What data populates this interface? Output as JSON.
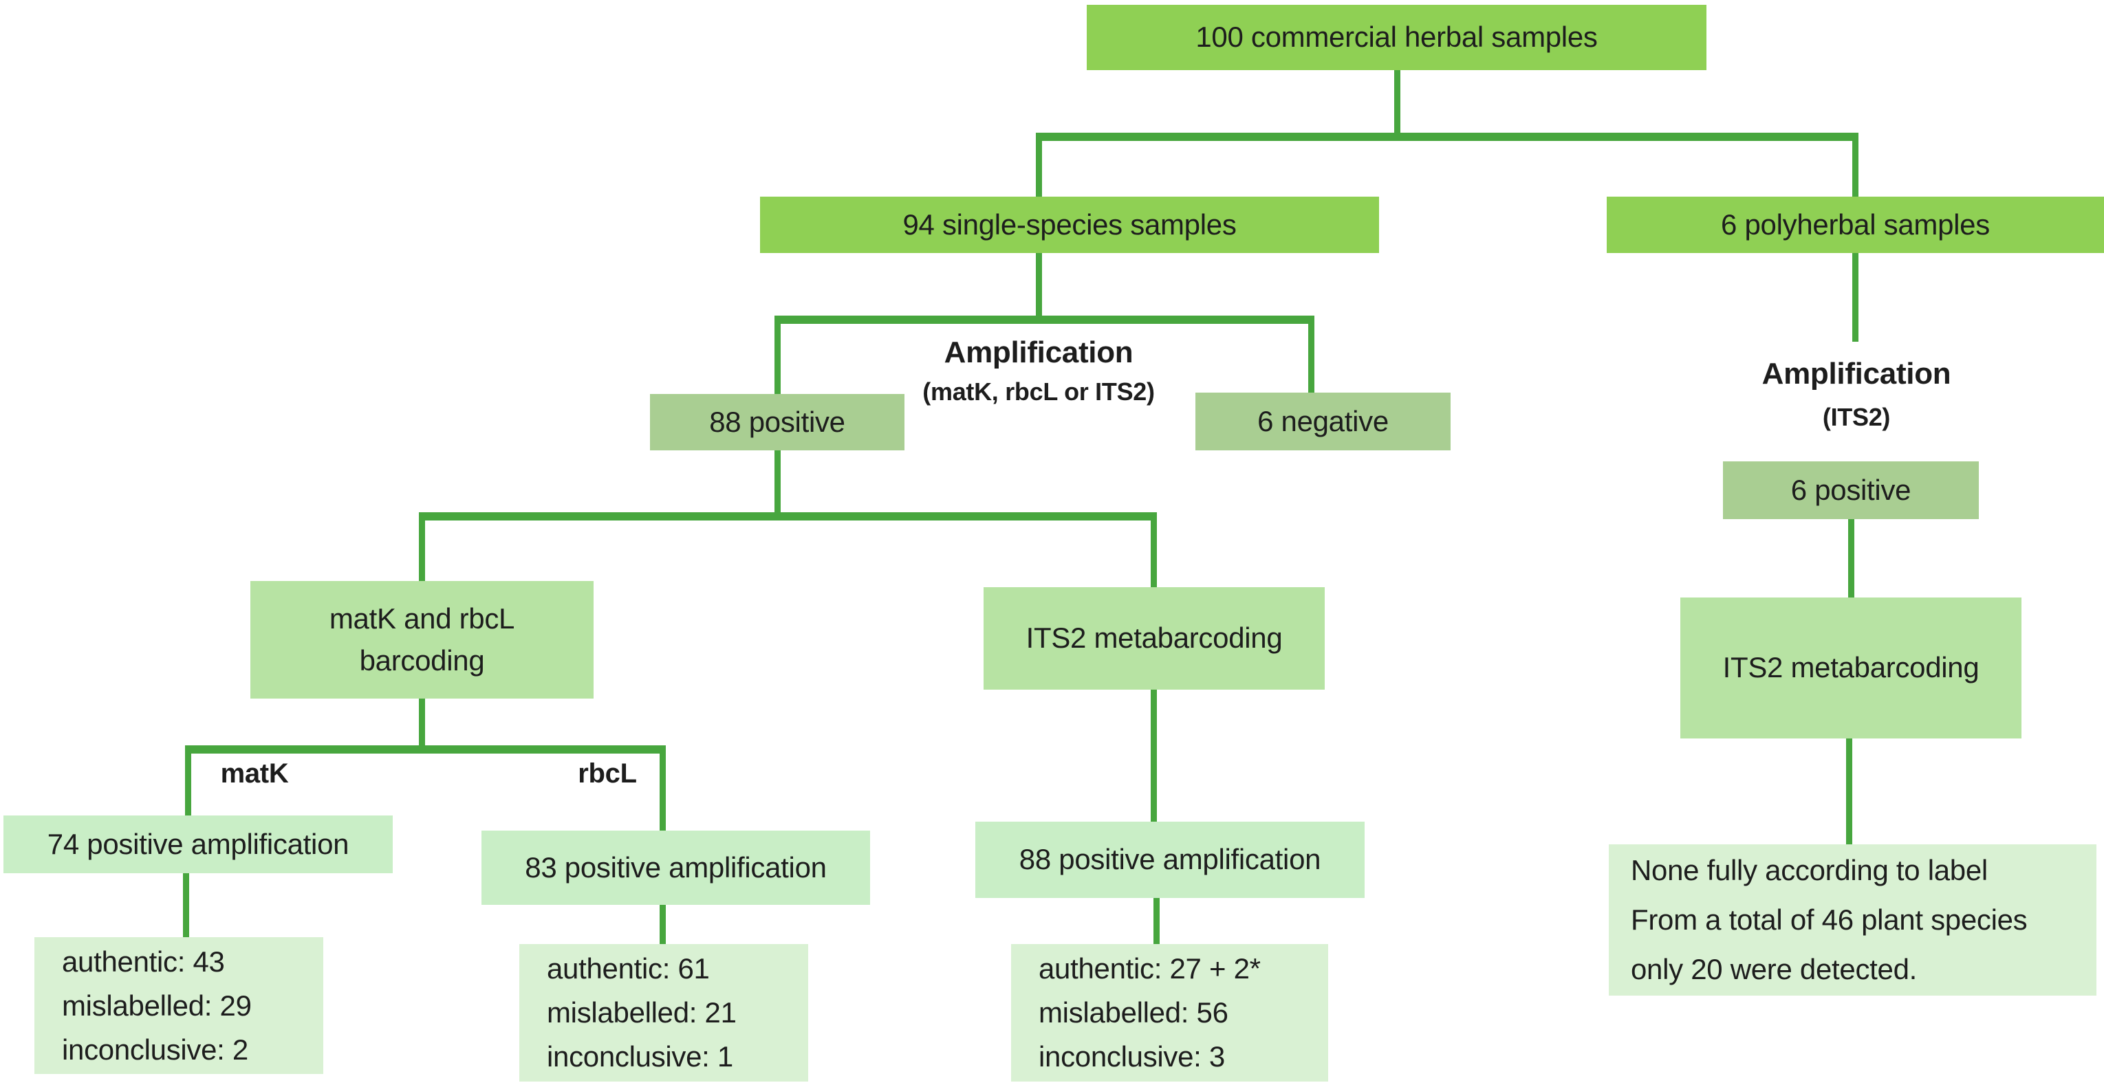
{
  "diagram": {
    "type": "flowchart",
    "topic": "DNA barcoding authentication of commercial herbal samples",
    "colors": {
      "bright_green_box": "#8fd054",
      "sage_green_box": "#a9ce92",
      "light_green_box": "#b7e3a3",
      "mint_green_box": "#c9eec6",
      "pale_green_box": "#d9f1d3",
      "connector_green": "#47a63e",
      "text": "#1d1d1d",
      "background": "#ffffff"
    },
    "nodes": {
      "root": {
        "label": "100 commercial herbal samples"
      },
      "single_species": {
        "label": "94 single-species samples"
      },
      "polyherbal": {
        "label": "6 polyherbal samples"
      },
      "amplification_single": {
        "title": "Amplification",
        "subtitle": "(matK, rbcL or ITS2)"
      },
      "positive_88": {
        "label": "88 positive"
      },
      "negative_6": {
        "label": "6 negative"
      },
      "matk_rbcl_barcoding": {
        "line1": "matK and rbcL",
        "line2": "barcoding"
      },
      "its2_metabarcoding_single": {
        "label": "ITS2 metabarcoding"
      },
      "matk_branch": {
        "label": "matK"
      },
      "rbcl_branch": {
        "label": "rbcL"
      },
      "matk_amplification": {
        "label": "74 positive amplification"
      },
      "rbcl_amplification": {
        "label": "83 positive amplification"
      },
      "its2_amplification": {
        "label": "88 positive amplification"
      },
      "matk_results": {
        "line1": "authentic: 43",
        "line2": "mislabelled: 29",
        "line3": "inconclusive: 2"
      },
      "rbcl_results": {
        "line1": "authentic: 61",
        "line2": "mislabelled: 21",
        "line3": "inconclusive: 1"
      },
      "its2_results": {
        "line1": "authentic: 27 + 2*",
        "line2": "mislabelled: 56",
        "line3": "inconclusive: 3"
      },
      "amplification_poly": {
        "title": "Amplification",
        "subtitle": "(ITS2)"
      },
      "positive_6": {
        "label": "6 positive"
      },
      "its2_metabarcoding_poly": {
        "label": "ITS2 metabarcoding"
      },
      "poly_results": {
        "line1": "None fully according to label",
        "line2": "From a total of 46 plant species",
        "line3": "only 20 were detected."
      }
    },
    "edges": [
      [
        "root",
        "single_species"
      ],
      [
        "root",
        "polyherbal"
      ],
      [
        "single_species",
        "positive_88"
      ],
      [
        "single_species",
        "negative_6"
      ],
      [
        "positive_88",
        "matk_rbcl_barcoding"
      ],
      [
        "positive_88",
        "its2_metabarcoding_single"
      ],
      [
        "matk_rbcl_barcoding",
        "matk_amplification"
      ],
      [
        "matk_rbcl_barcoding",
        "rbcl_amplification"
      ],
      [
        "matk_amplification",
        "matk_results"
      ],
      [
        "rbcl_amplification",
        "rbcl_results"
      ],
      [
        "its2_metabarcoding_single",
        "its2_amplification"
      ],
      [
        "its2_amplification",
        "its2_results"
      ],
      [
        "polyherbal",
        "positive_6"
      ],
      [
        "positive_6",
        "its2_metabarcoding_poly"
      ],
      [
        "its2_metabarcoding_poly",
        "poly_results"
      ]
    ]
  }
}
